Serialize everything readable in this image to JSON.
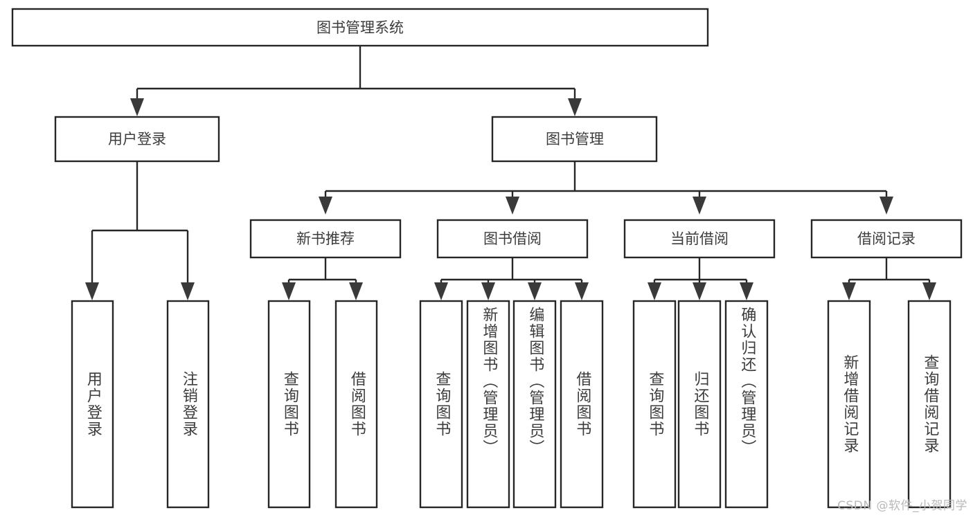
{
  "diagram": {
    "title_node": {
      "label": "图书管理系统"
    },
    "level2": [
      {
        "id": "user-login",
        "label": "用户登录"
      },
      {
        "id": "book-manage",
        "label": "图书管理"
      }
    ],
    "level3": [
      {
        "id": "new-book-recommend",
        "label": "新书推荐"
      },
      {
        "id": "book-borrow",
        "label": "图书借阅"
      },
      {
        "id": "current-borrow",
        "label": "当前借阅"
      },
      {
        "id": "borrow-record",
        "label": "借阅记录"
      }
    ],
    "leaves": [
      {
        "id": "leaf-user-login",
        "label": "用户登录",
        "parent": "user-login"
      },
      {
        "id": "leaf-logout-login",
        "label": "注销登录",
        "parent": "user-login"
      },
      {
        "id": "leaf-query-book-1",
        "label": "查询图书",
        "parent": "new-book-recommend"
      },
      {
        "id": "leaf-borrow-book-1",
        "label": "借阅图书",
        "parent": "new-book-recommend"
      },
      {
        "id": "leaf-query-book-2",
        "label": "查询图书",
        "parent": "book-borrow"
      },
      {
        "id": "leaf-add-book",
        "label": "新增图书（管理员）",
        "parent": "book-borrow"
      },
      {
        "id": "leaf-edit-book",
        "label": "编辑图书（管理员）",
        "parent": "book-borrow"
      },
      {
        "id": "leaf-borrow-book-2",
        "label": "借阅图书",
        "parent": "book-borrow"
      },
      {
        "id": "leaf-query-book-3",
        "label": "查询图书",
        "parent": "current-borrow"
      },
      {
        "id": "leaf-return-book",
        "label": "归还图书",
        "parent": "current-borrow"
      },
      {
        "id": "leaf-confirm-return",
        "label": "确认归还（管理员）",
        "parent": "current-borrow"
      },
      {
        "id": "leaf-add-record",
        "label": "新增借阅记录",
        "parent": "borrow-record"
      },
      {
        "id": "leaf-query-record",
        "label": "查询借阅记录",
        "parent": "borrow-record"
      }
    ]
  },
  "watermark": {
    "text": "CSDN @软件_小贺同学"
  },
  "colors": {
    "box_stroke": "#262626",
    "text": "#3c3c3c",
    "background": "#ffffff",
    "watermark": "#b9b9b9"
  }
}
